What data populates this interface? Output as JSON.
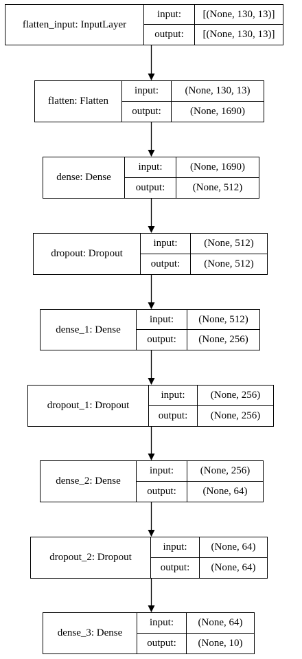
{
  "diagram": {
    "colors": {
      "line": "#000000",
      "background": "#ffffff"
    },
    "layers": [
      {
        "name": "flatten_input: InputLayer",
        "input_label": "input:",
        "input_value": "[(None, 130, 13)]",
        "output_label": "output:",
        "output_value": "[(None, 130, 13)]"
      },
      {
        "name": "flatten: Flatten",
        "input_label": "input:",
        "input_value": "(None, 130, 13)",
        "output_label": "output:",
        "output_value": "(None, 1690)"
      },
      {
        "name": "dense: Dense",
        "input_label": "input:",
        "input_value": "(None, 1690)",
        "output_label": "output:",
        "output_value": "(None, 512)"
      },
      {
        "name": "dropout: Dropout",
        "input_label": "input:",
        "input_value": "(None, 512)",
        "output_label": "output:",
        "output_value": "(None, 512)"
      },
      {
        "name": "dense_1: Dense",
        "input_label": "input:",
        "input_value": "(None, 512)",
        "output_label": "output:",
        "output_value": "(None, 256)"
      },
      {
        "name": "dropout_1: Dropout",
        "input_label": "input:",
        "input_value": "(None, 256)",
        "output_label": "output:",
        "output_value": "(None, 256)"
      },
      {
        "name": "dense_2: Dense",
        "input_label": "input:",
        "input_value": "(None, 256)",
        "output_label": "output:",
        "output_value": "(None, 64)"
      },
      {
        "name": "dropout_2: Dropout",
        "input_label": "input:",
        "input_value": "(None, 64)",
        "output_label": "output:",
        "output_value": "(None, 64)"
      },
      {
        "name": "dense_3: Dense",
        "input_label": "input:",
        "input_value": "(None, 64)",
        "output_label": "output:",
        "output_value": "(None, 10)"
      }
    ]
  }
}
